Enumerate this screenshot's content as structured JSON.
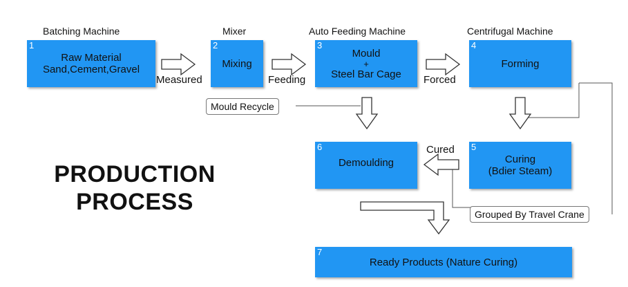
{
  "stage_labels": {
    "batching": "Batching Machine",
    "mixer": "Mixer",
    "auto_feeding": "Auto Feeding Machine",
    "centrifugal": "Centrifugal Machine"
  },
  "steps": [
    {
      "num": "1",
      "line1": "Raw Material",
      "line2": "Sand,Cement,Gravel"
    },
    {
      "num": "2",
      "line1": "Mixing"
    },
    {
      "num": "3",
      "line1": "Mould",
      "line2": "+",
      "line3": "Steel Bar Cage"
    },
    {
      "num": "4",
      "line1": "Forming"
    },
    {
      "num": "5",
      "line1": "Curing",
      "line2": "(Bdier Steam)"
    },
    {
      "num": "6",
      "line1": "Demoulding"
    },
    {
      "num": "7",
      "line1": "Ready Products (Nature Curing)"
    }
  ],
  "arrow_labels": {
    "measured": "Measured",
    "feeding": "Feeding",
    "forced": "Forced",
    "cured": "Cured"
  },
  "tags": {
    "mould_recycle": "Mould Recycle",
    "grouped": "Grouped By Travel Crane"
  },
  "title": {
    "line1": "PRODUCTION",
    "line2": "PROCESS"
  },
  "colors": {
    "box": "#2196F3",
    "number": "#ffffff"
  }
}
